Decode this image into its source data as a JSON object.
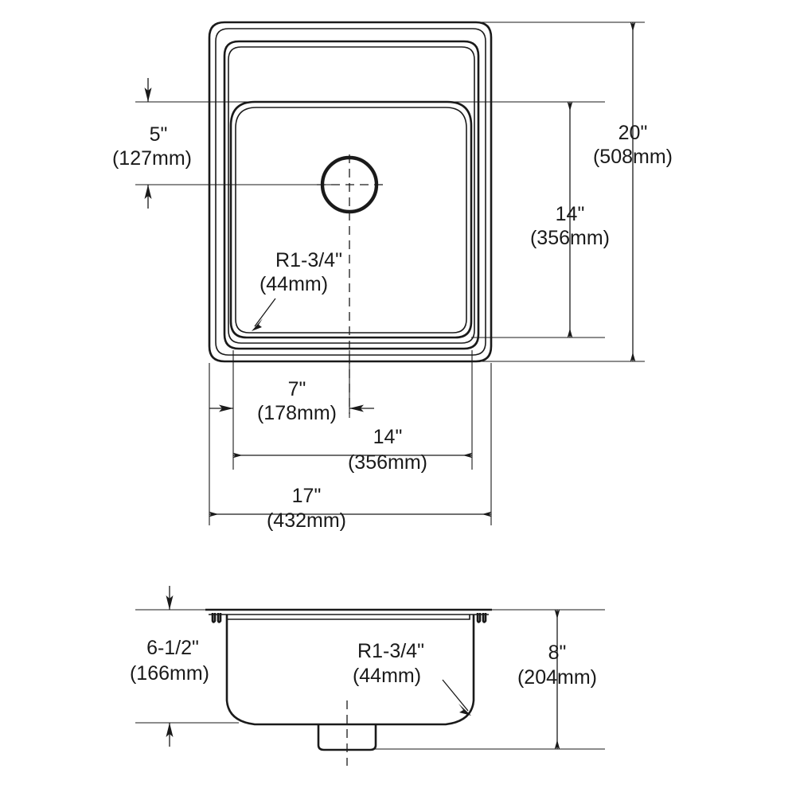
{
  "document": {
    "type": "technical-drawing",
    "subject": "single-bowl-drop-in-sink",
    "views": [
      "top-plan-view",
      "side-section-view"
    ],
    "line_color": "#1a1a1a",
    "background_color": "#ffffff"
  },
  "plan_view": {
    "dimensions": {
      "drain_offset_top": {
        "imperial": "5\"",
        "metric": "(127mm)"
      },
      "overall_height": {
        "imperial": "20\"",
        "metric": "(508mm)"
      },
      "bowl_height": {
        "imperial": "14\"",
        "metric": "(356mm)"
      },
      "corner_radius": {
        "imperial": "R1-3/4\"",
        "metric": "(44mm)"
      },
      "drain_offset_left": {
        "imperial": "7\"",
        "metric": "(178mm)"
      },
      "bowl_width": {
        "imperial": "14\"",
        "metric": "(356mm)"
      },
      "overall_width": {
        "imperial": "17\"",
        "metric": "(432mm)"
      }
    }
  },
  "section_view": {
    "dimensions": {
      "bowl_depth": {
        "imperial": "6-1/2\"",
        "metric": "(166mm)"
      },
      "corner_radius": {
        "imperial": "R1-3/4\"",
        "metric": "(44mm)"
      },
      "overall_depth": {
        "imperial": "8\"",
        "metric": "(204mm)"
      }
    }
  }
}
